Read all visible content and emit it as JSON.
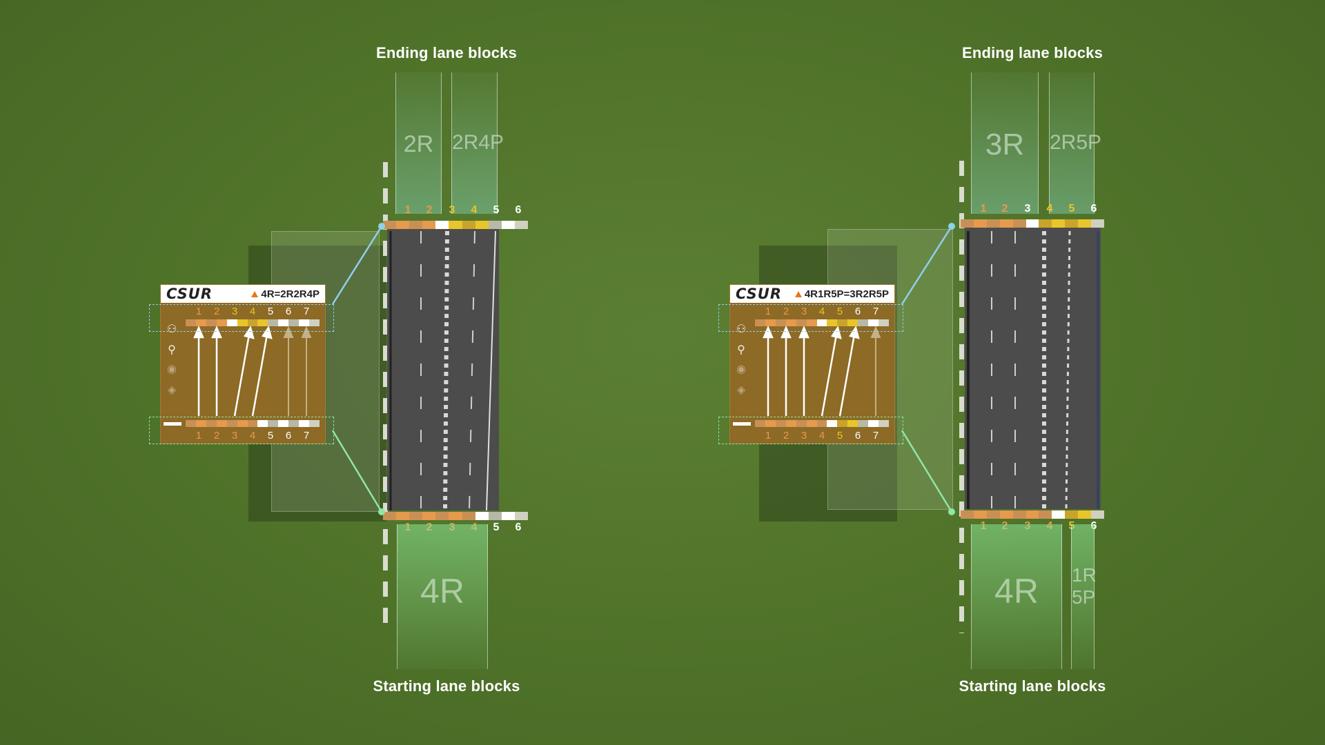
{
  "colors": {
    "orange": "#e59a4d",
    "yellow": "#e8c52a",
    "white": "#ffffff",
    "top_connector": "#8fd0ea",
    "bottom_connector": "#8fe6a6",
    "panel_bg": "#8d6a25"
  },
  "diagrams": [
    {
      "heading_top": "Ending lane blocks",
      "heading_bottom": "Starting lane blocks",
      "logo": "CSUR",
      "code": "4R=2R2R4P",
      "end_blocks": [
        "2R",
        "2R4P"
      ],
      "start_blocks": [
        "4R"
      ],
      "end_numbers": [
        "1",
        "2",
        "3",
        "4",
        "5",
        "6"
      ],
      "end_number_colors": [
        "orange",
        "orange",
        "yellow",
        "yellow",
        "white",
        "white"
      ],
      "start_numbers": [
        "1",
        "2",
        "3",
        "4",
        "5",
        "6"
      ],
      "start_number_colors": [
        "orange",
        "orange",
        "orange",
        "orange",
        "white",
        "white"
      ],
      "panel_top_numbers": [
        "1",
        "2",
        "3",
        "4",
        "5",
        "6",
        "7"
      ],
      "panel_top_colors": [
        "orange",
        "orange",
        "yellow",
        "yellow",
        "white",
        "white",
        "white"
      ],
      "panel_bottom_numbers": [
        "1",
        "2",
        "3",
        "4",
        "5",
        "6",
        "7"
      ],
      "panel_bottom_colors": [
        "orange",
        "orange",
        "orange",
        "orange",
        "white",
        "white",
        "white"
      ],
      "panel_icons": [
        "pedestrian-icon",
        "bicycle-icon",
        "bus-icon",
        "parking-icon"
      ]
    },
    {
      "heading_top": "Ending lane blocks",
      "heading_bottom": "Starting lane blocks",
      "logo": "CSUR",
      "code": "4R1R5P=3R2R5P",
      "end_blocks": [
        "3R",
        "2R5P"
      ],
      "start_blocks": [
        "4R",
        "1R 5P"
      ],
      "end_numbers": [
        "1",
        "2",
        "3",
        "4",
        "5",
        "6"
      ],
      "end_number_colors": [
        "orange",
        "orange",
        "white",
        "yellow",
        "yellow",
        "white"
      ],
      "start_numbers": [
        "1",
        "2",
        "3",
        "4",
        "5",
        "6"
      ],
      "start_number_colors": [
        "orange",
        "orange",
        "orange",
        "orange",
        "yellow",
        "white"
      ],
      "panel_top_numbers": [
        "1",
        "2",
        "3",
        "4",
        "5",
        "6",
        "7"
      ],
      "panel_top_colors": [
        "orange",
        "orange",
        "orange",
        "yellow",
        "yellow",
        "white",
        "white"
      ],
      "panel_bottom_numbers": [
        "1",
        "2",
        "3",
        "4",
        "5",
        "6",
        "7"
      ],
      "panel_bottom_colors": [
        "orange",
        "orange",
        "orange",
        "orange",
        "yellow",
        "white",
        "white"
      ],
      "panel_icons": [
        "pedestrian-icon",
        "bicycle-icon",
        "bus-icon",
        "parking-icon"
      ]
    }
  ]
}
